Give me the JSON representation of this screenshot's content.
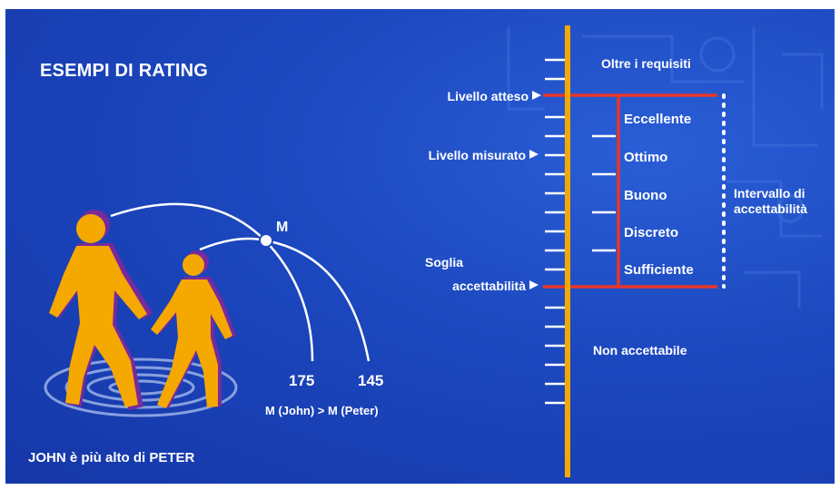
{
  "title": "ESEMPI DI RATING",
  "caption": "JOHN è più alto di PETER",
  "measure_point": "M",
  "heights": {
    "john": "175",
    "peter": "145"
  },
  "comparison": "M (John) > M (Peter)",
  "scale": {
    "above": "Oltre i requisiti",
    "below": "Non accettabile",
    "markers": {
      "expected": "Livello atteso",
      "measured": "Livello misurato",
      "threshold_line1": "Soglia",
      "threshold_line2": "accettabilità"
    },
    "levels": [
      "Eccellente",
      "Ottimo",
      "Buono",
      "Discreto",
      "Sufficiente"
    ],
    "range_line1": "Intervallo di",
    "range_line2": "accettabilità"
  },
  "colors": {
    "background": "#1c47be",
    "axis": "#f5a800",
    "limit_lines": "#e8362a",
    "figure": "#f5a800",
    "figure_shadow": "#7a2a9a",
    "text": "#ffffff"
  }
}
